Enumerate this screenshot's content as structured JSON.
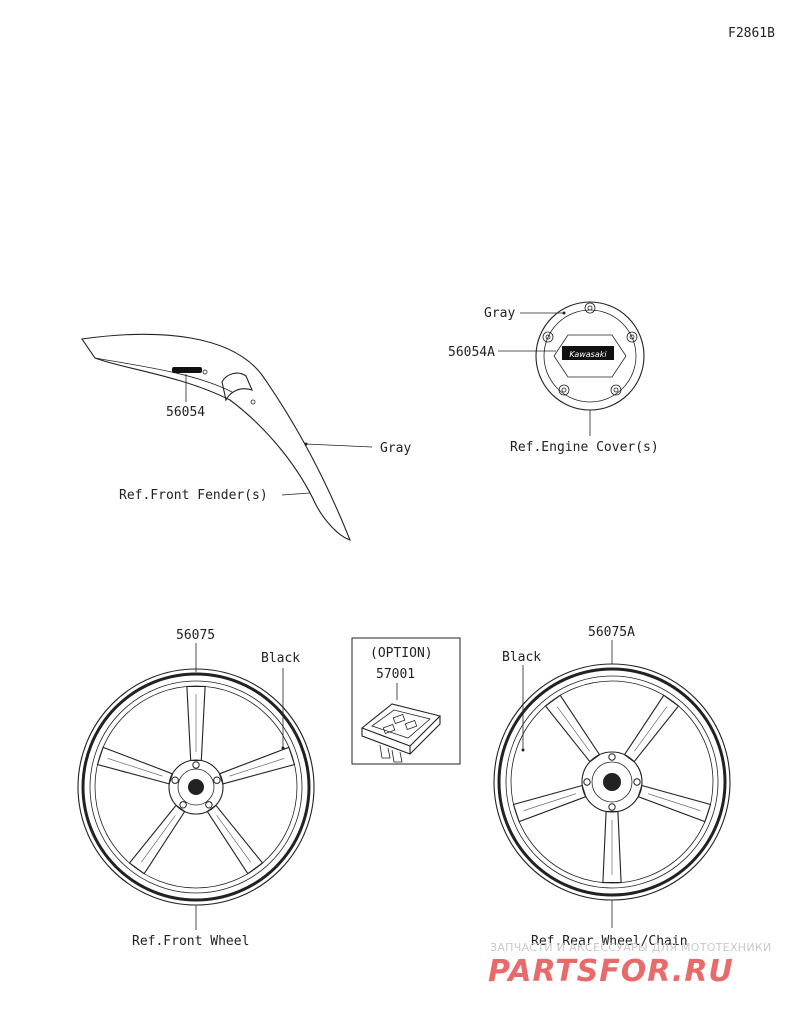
{
  "figure_code": "F2861B",
  "labels": {
    "fender_part": "56054",
    "fender_color": "Gray",
    "fender_ref": "Ref.Front Fender(s)",
    "engine_color": "Gray",
    "engine_part": "56054A",
    "engine_ref": "Ref.Engine Cover(s)",
    "engine_badge": "Kawasaki",
    "front_wheel_part": "56075",
    "front_wheel_color": "Black",
    "front_wheel_ref": "Ref.Front Wheel",
    "option_title": "(OPTION)",
    "option_part": "57001",
    "rear_wheel_part": "56075A",
    "rear_wheel_color": "Black",
    "rear_wheel_ref": "Ref.Rear Wheel/Chain"
  },
  "watermark": {
    "tagline": "ЗАПЧАСТИ И АКСЕССУАРЫ ДЛЯ МОТОТЕХНИКИ",
    "brand": "PARTSFOR.RU",
    "color": "#e86a6a"
  }
}
